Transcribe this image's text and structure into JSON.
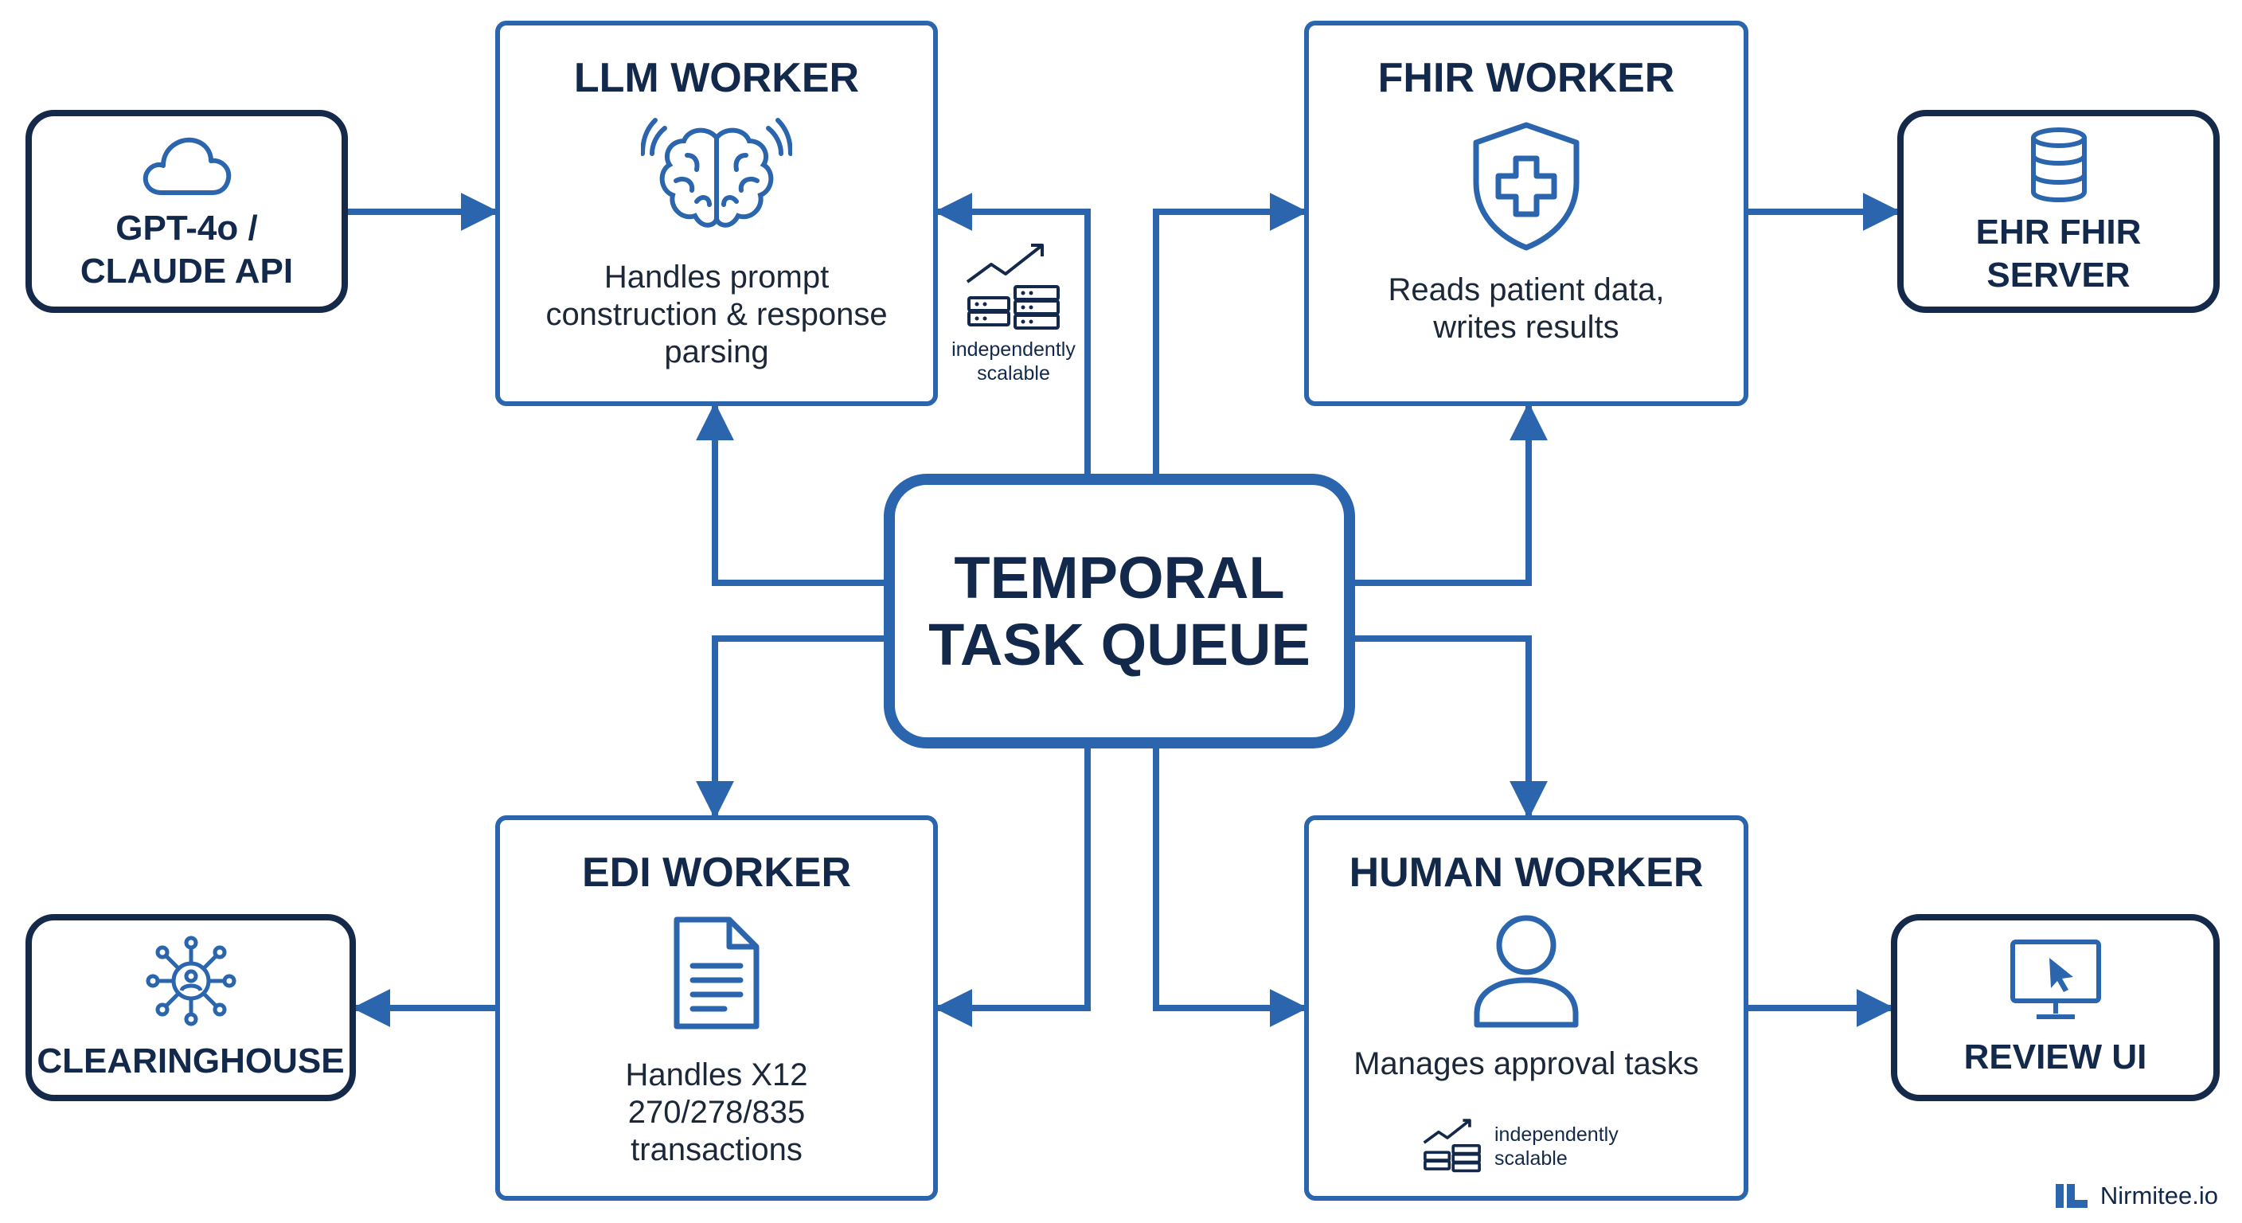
{
  "hub": {
    "line1": "TEMPORAL",
    "line2": "TASK QUEUE"
  },
  "workers": {
    "llm": {
      "title": "LLM WORKER",
      "desc": [
        "Handles prompt",
        "construction & response",
        "parsing"
      ]
    },
    "fhir": {
      "title": "FHIR WORKER",
      "desc": [
        "Reads patient data,",
        "writes results"
      ]
    },
    "edi": {
      "title": "EDI WORKER",
      "desc": [
        "Handles X12",
        "270/278/835",
        "transactions"
      ]
    },
    "human": {
      "title": "HUMAN WORKER",
      "desc": [
        "Manages approval tasks"
      ]
    }
  },
  "externals": {
    "api": {
      "line1": "GPT-4o /",
      "line2": "CLAUDE API",
      "icon": "cloud-icon"
    },
    "ehr": {
      "line1": "EHR FHIR",
      "line2": "SERVER",
      "icon": "database-icon"
    },
    "clearinghouse": {
      "line1": "CLEARINGHOUSE",
      "icon": "network-icon"
    },
    "review": {
      "line1": "REVIEW UI",
      "icon": "monitor-cursor-icon"
    }
  },
  "scalable": {
    "llm": {
      "line1": "independently",
      "line2": "scalable",
      "icon": "scaling-servers-icon"
    },
    "human": {
      "line1": "independently",
      "line2": "scalable",
      "icon": "scaling-servers-icon"
    }
  },
  "brand": {
    "name": "Nirmitee.io"
  },
  "colors": {
    "accent": "#2a65ad",
    "dark": "#15294a",
    "background": "#ffffff"
  }
}
